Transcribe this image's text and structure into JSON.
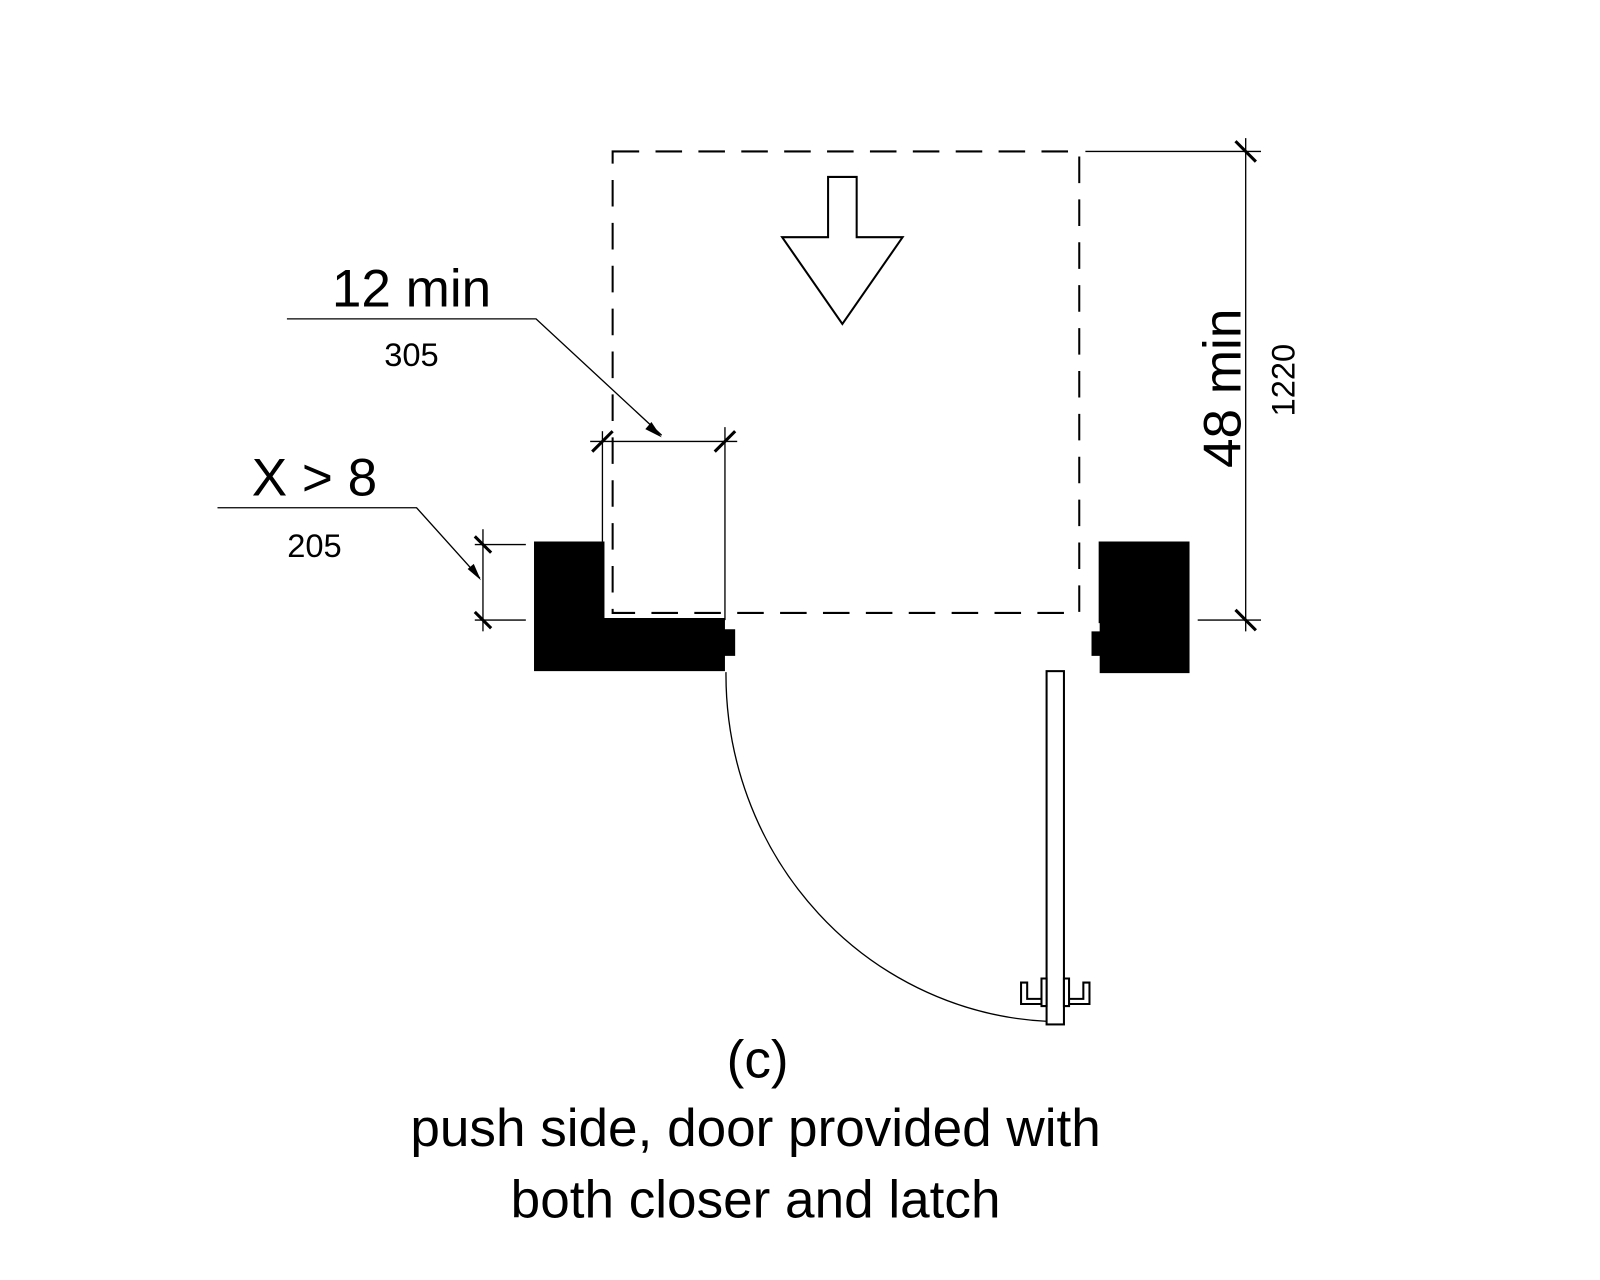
{
  "dimensions": {
    "clear_depth": {
      "imperial": "12 min",
      "metric": "305"
    },
    "wall_depth": {
      "imperial": "X > 8",
      "metric": "205"
    },
    "maneuvering_length": {
      "imperial": "48 min",
      "metric": "1220"
    }
  },
  "caption": {
    "label": "(c)",
    "line1": "push side, door provided with",
    "line2": "both closer and latch"
  },
  "icons": {
    "approach": "arrow-down-icon"
  }
}
